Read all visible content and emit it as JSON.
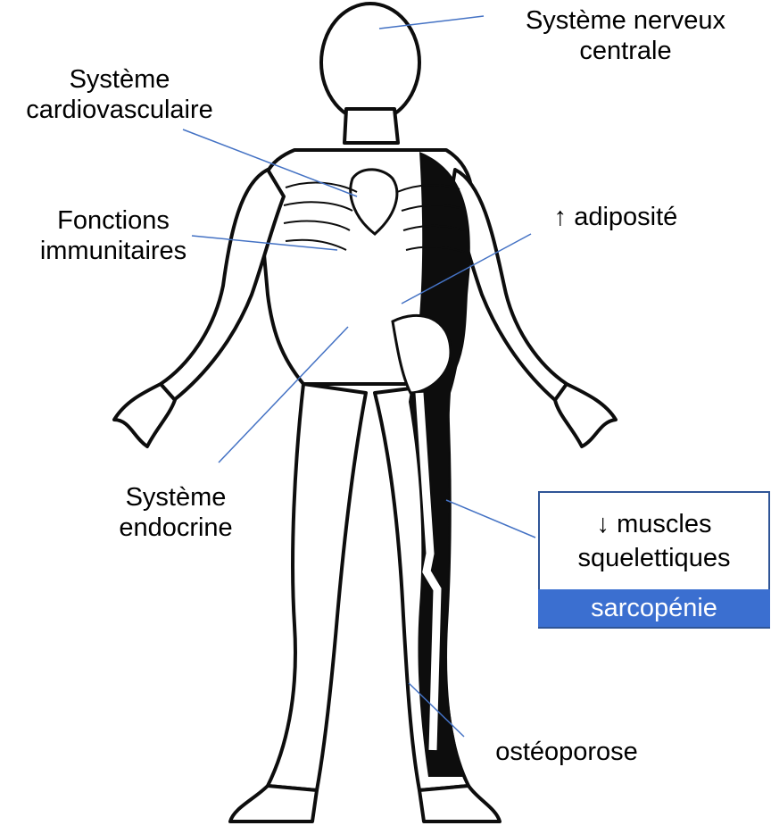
{
  "labels": {
    "cns": [
      "Système nerveux",
      "centrale"
    ],
    "cardio": [
      "Système",
      "cardiovasculaire"
    ],
    "immune": [
      "Fonctions",
      "immunitaires"
    ],
    "adiposity": "↑ adiposité",
    "endocrine": [
      "Système",
      "endocrine"
    ],
    "osteoporosis": "ostéoporose"
  },
  "muscle_box": {
    "lines": [
      "↓ muscles",
      "squelettiques"
    ],
    "tag": "sarcopénie"
  },
  "colors": {
    "leader_line": "#4472c4",
    "box_border": "#2f5597",
    "box_fill": "#3b6fd0",
    "body_ink": "#0d0d0d",
    "body_fill": "#ffffff"
  },
  "icons": {
    "figure": "anatomical-human-figure-icon"
  }
}
